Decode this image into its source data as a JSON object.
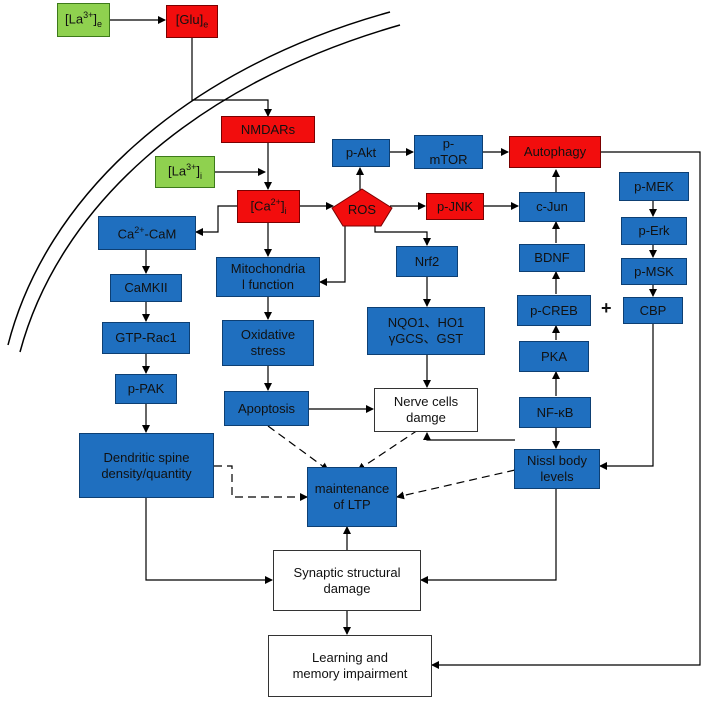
{
  "nodes": {
    "la_e": {
      "main": "[La",
      "sup": "3+",
      "close": "]",
      "sub": "e"
    },
    "glu_e": {
      "main": "[Glu]",
      "sub": "e"
    },
    "nmdars": "NMDARs",
    "la_i": {
      "main": "[La",
      "sup": "3+",
      "close": "]",
      "sub": "i"
    },
    "ca_i": {
      "main": "[Ca",
      "sup": "2+",
      "close": "]",
      "sub": "i"
    },
    "ros": "ROS",
    "p_akt": "p-Akt",
    "p_mtor": "p-\nmTOR",
    "autophagy": "Autophagy",
    "p_jnk": "p-JNK",
    "c_jun": "c-Jun",
    "nrf2": "Nrf2",
    "ca_cam": {
      "pre": "Ca",
      "sup": "2+",
      "post": "-CaM"
    },
    "mito": "Mitochondria\nl function",
    "camkii": "CaMKII",
    "gtp_rac1": "GTP-Rac1",
    "oxidative": "Oxidative\nstress",
    "p_pak": "p-PAK",
    "apoptosis": "Apoptosis",
    "nqo1": "NQO1、HO1\nγGCS、GST",
    "nerve": "Nerve cells\ndamge",
    "bdnf": "BDNF",
    "p_creb": "p-CREB",
    "pka": "PKA",
    "nfkb": "NF-κB",
    "nissl": "Nissl body\nlevels",
    "p_mek": "p-MEK",
    "p_erk": "p-Erk",
    "p_msk": "p-MSK",
    "cbp": "CBP",
    "dendritic": "Dendritic spine\ndensity/quantity",
    "ltp": "maintenance\nof LTP",
    "synaptic": "Synaptic structural\ndamage",
    "learning": "Learning and\nmemory impairment"
  },
  "plus_sign": "+",
  "colors": {
    "blue": "#1f6fbf",
    "red": "#f20d0d",
    "green": "#8fd14f",
    "line": "#000000"
  }
}
